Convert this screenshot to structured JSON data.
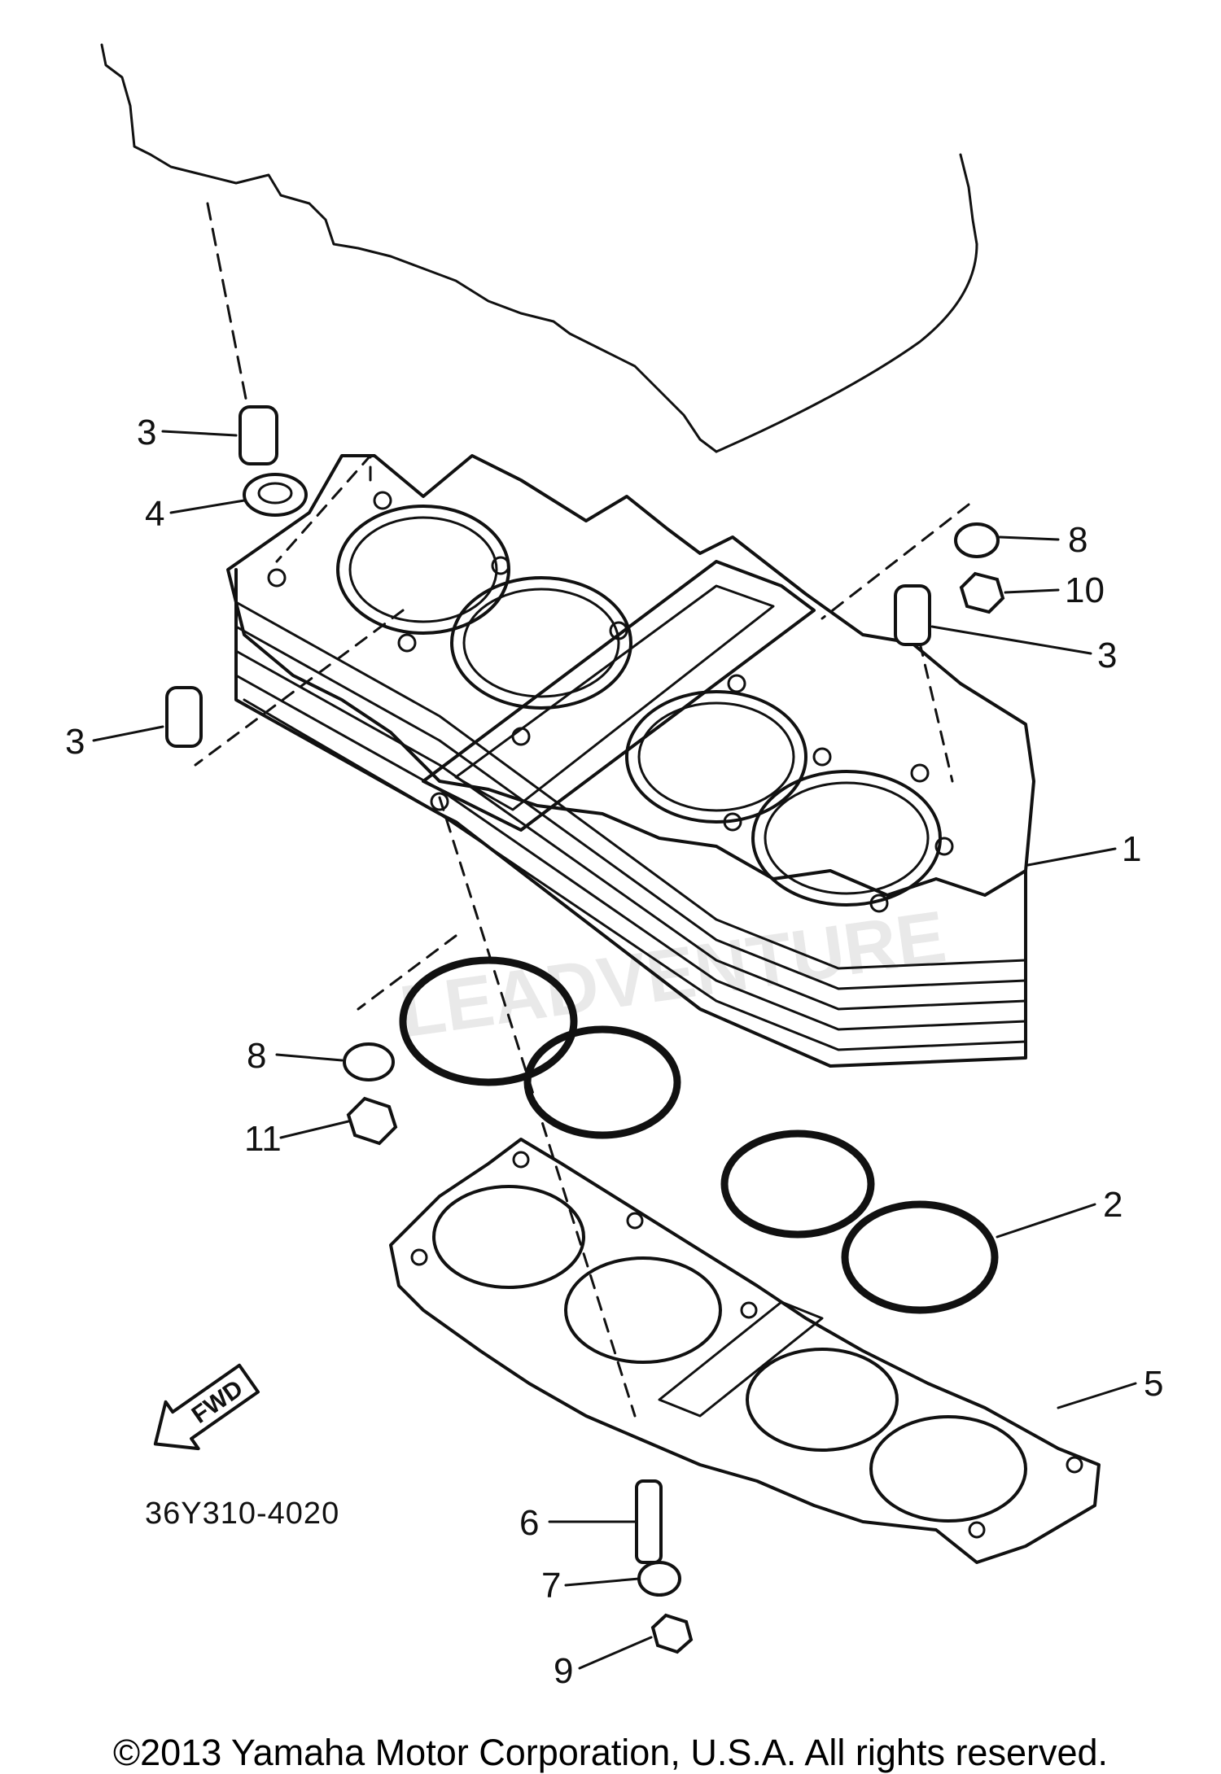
{
  "diagram": {
    "part_number": "36Y310-4020",
    "fwd_label": "FWD",
    "watermark": "LEADVENTURE",
    "callouts": [
      {
        "id": "c1",
        "text": "1"
      },
      {
        "id": "c2",
        "text": "2"
      },
      {
        "id": "c3a",
        "text": "3"
      },
      {
        "id": "c3b",
        "text": "3"
      },
      {
        "id": "c3c",
        "text": "3"
      },
      {
        "id": "c4",
        "text": "4"
      },
      {
        "id": "c5",
        "text": "5"
      },
      {
        "id": "c6",
        "text": "6"
      },
      {
        "id": "c7",
        "text": "7"
      },
      {
        "id": "c8a",
        "text": "8"
      },
      {
        "id": "c8b",
        "text": "8"
      },
      {
        "id": "c9",
        "text": "9"
      },
      {
        "id": "c10",
        "text": "10"
      },
      {
        "id": "c11",
        "text": "11"
      }
    ]
  },
  "footer": {
    "copyright": "©2013 Yamaha Motor Corporation, U.S.A. All rights reserved."
  }
}
